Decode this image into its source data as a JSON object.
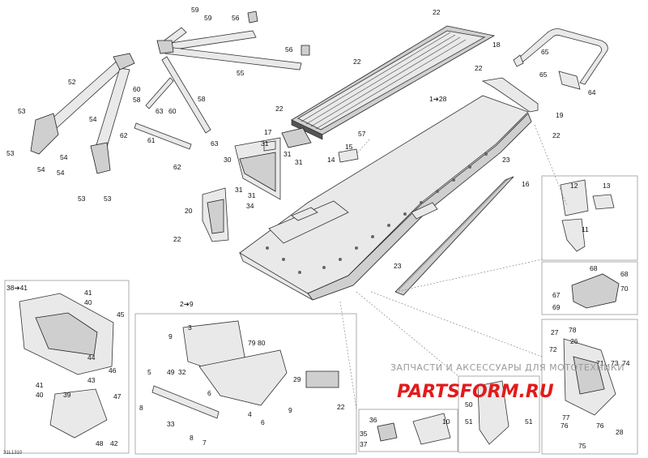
{
  "diagram_code": "31L1310",
  "watermark": {
    "line1": "ЗАПЧАСТИ И АКСЕССУАРЫ ДЛЯ МОТОТЕХНИКИ",
    "line2": "PARTSFORM.RU"
  },
  "callouts": [
    "59",
    "59",
    "56",
    "56",
    "55",
    "52",
    "53",
    "53",
    "54",
    "54",
    "54",
    "54",
    "53",
    "53",
    "60",
    "58",
    "63",
    "60",
    "58",
    "61",
    "62",
    "62",
    "63",
    "22",
    "18",
    "22",
    "22",
    "65",
    "65",
    "64",
    "1➔28",
    "19",
    "22",
    "22",
    "17",
    "31",
    "31",
    "31",
    "30",
    "57",
    "15",
    "14",
    "31",
    "31",
    "34",
    "20",
    "22",
    "23",
    "16",
    "12",
    "13",
    "11",
    "23",
    "68",
    "68",
    "67",
    "70",
    "69",
    "38➔41",
    "41",
    "40",
    "45",
    "44",
    "43",
    "46",
    "41",
    "40",
    "39",
    "47",
    "48",
    "42",
    "2➔9",
    "3",
    "9",
    "79",
    "80",
    "49",
    "32",
    "5",
    "8",
    "33",
    "8",
    "7",
    "6",
    "6",
    "4",
    "9",
    "29",
    "22",
    "36",
    "35",
    "37",
    "10",
    "50",
    "51",
    "51",
    "27",
    "78",
    "26",
    "72",
    "71",
    "73",
    "74",
    "77",
    "76",
    "76",
    "28",
    "75"
  ]
}
